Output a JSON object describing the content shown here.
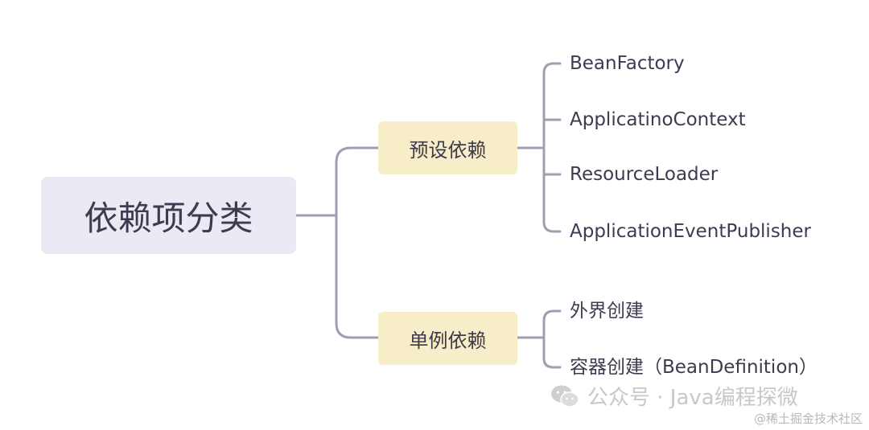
{
  "diagram": {
    "root": {
      "label": "依赖项分类"
    },
    "branches": [
      {
        "label": "预设依赖",
        "children": [
          "BeanFactory",
          "ApplicatinoContext",
          "ResourceLoader",
          "ApplicationEventPublisher"
        ]
      },
      {
        "label": "单例依赖",
        "children": [
          "外界创建",
          "容器创建（BeanDefinition）"
        ]
      }
    ],
    "colors": {
      "line": "#a39cb5",
      "root_fill": "#ece8f4",
      "branch_fill": "#f8edc9"
    }
  },
  "watermark": {
    "text": "公众号 · Java编程探微",
    "icon": "wechat-icon"
  },
  "credit": "@稀土掘金技术社区"
}
